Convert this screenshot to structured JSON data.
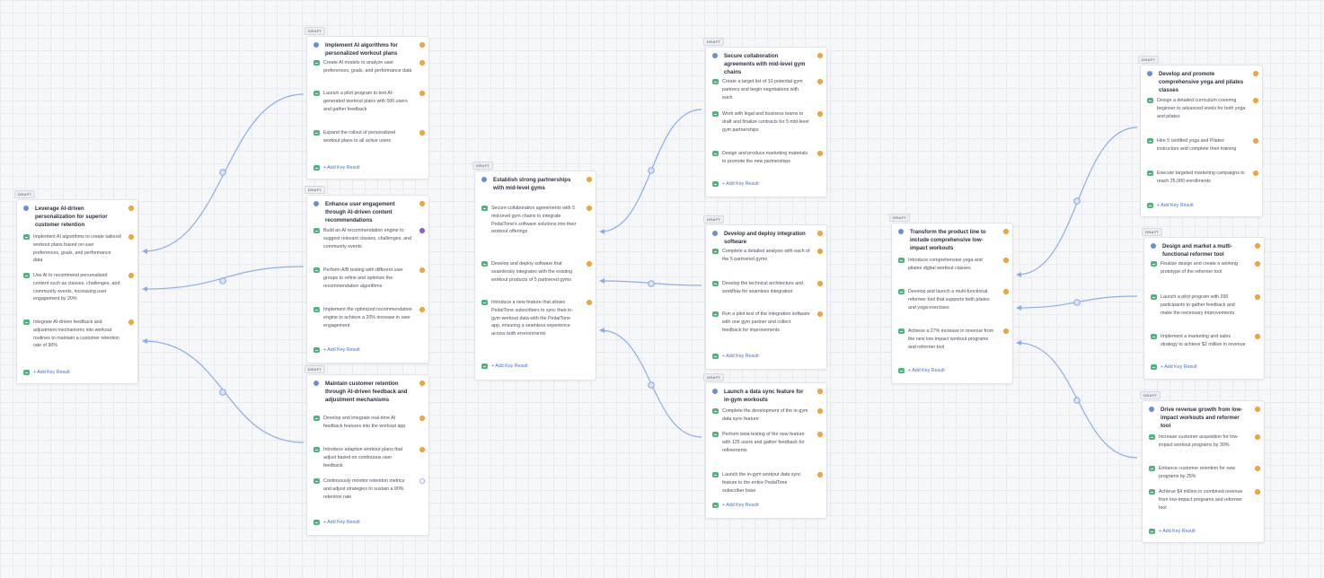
{
  "badge_text": "DRAFT",
  "add_key_result_label": "+ Add Key Result",
  "colors": {
    "connector": "#8caee6",
    "objective_dot": "#6b8ed8",
    "status_orange": "#f0a838",
    "status_purple": "#9b5cc9",
    "kr_icon": "#4db380",
    "link": "#3f6fd8"
  },
  "cards": [
    {
      "id": "c1",
      "title": "Leverage AI-driven personalization for superior customer retention",
      "key_results": [
        {
          "text": "Implement AI algorithms to create tailored workout plans based on user preferences, goals, and performance data",
          "status": "orange"
        },
        {
          "text": "Use AI to recommend personalized content such as classes, challenges, and community events, increasing user engagement by 20%",
          "status": "orange"
        },
        {
          "text": "Integrate AI-driven feedback and adjustment mechanisms into workout routines to maintain a customer retention rate of 90%",
          "status": "orange"
        }
      ]
    },
    {
      "id": "c2",
      "title": "Implement AI algorithms for personalized workout plans",
      "key_results": [
        {
          "text": "Create AI models to analyze user preferences, goals, and performance data",
          "status": "orange"
        },
        {
          "text": "Launch a pilot program to test AI-generated workout plans with 500 users and gather feedback",
          "status": "orange"
        },
        {
          "text": "Expand the rollout of personalized workout plans to all active users",
          "status": "orange"
        }
      ]
    },
    {
      "id": "c3",
      "title": "Enhance user engagement through AI-driven content recommendations",
      "key_results": [
        {
          "text": "Build an AI recommendation engine to suggest relevant classes, challenges, and community events",
          "status": "purple"
        },
        {
          "text": "Perform A/B testing with different user groups to refine and optimize the recommendation algorithms",
          "status": "orange"
        },
        {
          "text": "Implement the optimized recommendation engine to achieve a 20% increase in user engagement",
          "status": "orange"
        }
      ]
    },
    {
      "id": "c4",
      "title": "Maintain customer retention through AI-driven feedback and adjustment mechanisms",
      "key_results": [
        {
          "text": "Develop and integrate real-time AI feedback features into the workout app",
          "status": "orange"
        },
        {
          "text": "Introduce adaptive workout plans that adjust based on continuous user feedback",
          "status": "orange"
        },
        {
          "text": "Continuously monitor retention metrics and adjust strategies to sustain a 90% retention rate",
          "status": "empty"
        }
      ]
    },
    {
      "id": "c5",
      "title": "Establish strong partnerships with mid-level gyms",
      "key_results": [
        {
          "text": "Secure collaboration agreements with 5 mid-level gym chains to integrate PedalTone's software solutions into their workout offerings",
          "status": "orange"
        },
        {
          "text": "Develop and deploy software that seamlessly integrates with the existing workout products of 5 partnered gyms",
          "status": "orange"
        },
        {
          "text": "Introduce a new feature that allows PedalTone subscribers to sync their in-gym workout data with the PedalTone app, ensuring a seamless experience across both environments",
          "status": "orange"
        }
      ]
    },
    {
      "id": "c6",
      "title": "Secure collaboration agreements with mid-level gym chains",
      "key_results": [
        {
          "text": "Create a target list of 10 potential gym partners and begin negotiations with each",
          "status": "orange"
        },
        {
          "text": "Work with legal and business teams to draft and finalize contracts for 5 mid-level gym partnerships",
          "status": "orange"
        },
        {
          "text": "Design and produce marketing materials to promote the new partnerships",
          "status": "orange"
        }
      ]
    },
    {
      "id": "c7",
      "title": "Develop and deploy integration software",
      "key_results": [
        {
          "text": "Complete a detailed analysis with each of the 5 partnered gyms",
          "status": "orange"
        },
        {
          "text": "Develop the technical architecture and workflow for seamless integration",
          "status": "orange"
        },
        {
          "text": "Run a pilot test of the integration software with one gym partner and collect feedback for improvements",
          "status": "orange"
        }
      ]
    },
    {
      "id": "c8",
      "title": "Launch a data sync feature for in-gym workouts",
      "key_results": [
        {
          "text": "Complete the development of the in-gym data sync feature",
          "status": "orange"
        },
        {
          "text": "Perform beta testing of the new feature with 125 users and gather feedback for refinements",
          "status": "orange"
        },
        {
          "text": "Launch the in-gym workout data sync feature to the entire PedalTone subscriber base",
          "status": "orange"
        }
      ]
    },
    {
      "id": "c9",
      "title": "Transform the product line to include comprehensive low-impact workouts",
      "key_results": [
        {
          "text": "Introduce comprehensive yoga and pilates digital workout classes",
          "status": "orange"
        },
        {
          "text": "Develop and launch a multi-functional reformer tool that supports both pilates and yoga exercises",
          "status": "orange"
        },
        {
          "text": "Achieve a 27% increase in revenue from the new low-impact workout programs and reformer tool",
          "status": "orange"
        }
      ]
    },
    {
      "id": "c10",
      "title": "Develop and promote comprehensive yoga and pilates classes",
      "key_results": [
        {
          "text": "Design a detailed curriculum covering beginner to advanced levels for both yoga and pilates",
          "status": "orange"
        },
        {
          "text": "Hire 5 certified yoga and Pilates instructors and complete their training",
          "status": "orange"
        },
        {
          "text": "Execute targeted marketing campaigns to reach 25,000 enrollments",
          "status": "orange"
        }
      ]
    },
    {
      "id": "c11",
      "title": "Design and market a multi-functional reformer tool",
      "key_results": [
        {
          "text": "Finalize design and create a working prototype of the reformer tool",
          "status": "orange"
        },
        {
          "text": "Launch a pilot program with 200 participants to gather feedback and make the necessary improvements",
          "status": "orange"
        },
        {
          "text": "Implement a marketing and sales strategy to achieve $2 million in revenue",
          "status": "orange"
        }
      ]
    },
    {
      "id": "c12",
      "title": "Drive revenue growth from low-impact workouts and reformer tool",
      "key_results": [
        {
          "text": "Increase customer acquisition for low-impact workout programs by 30%",
          "status": "orange"
        },
        {
          "text": "Enhance customer retention for new programs by 25%",
          "status": "orange"
        },
        {
          "text": "Achieve $4 million in combined revenue from low-impact programs and reformer tool",
          "status": "orange"
        }
      ]
    }
  ]
}
